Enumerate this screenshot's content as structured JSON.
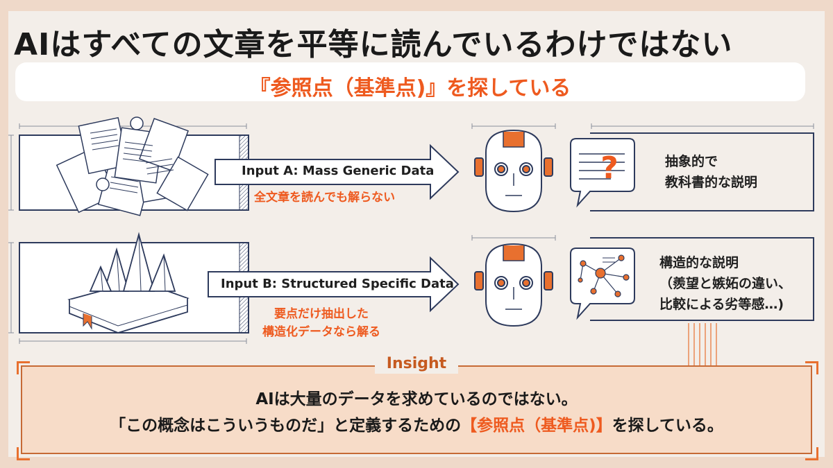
{
  "title": "AIはすべての文章を平等に読んでいるわけではない",
  "subtitle": "『参照点（基準点)』を探している",
  "rows": [
    {
      "input_label": "Input A: Mass Generic Data",
      "note_lines": [
        "全文章を読んでも解らない"
      ],
      "result_lines": [
        "抽象的で",
        "教科書的な説明"
      ],
      "bubble_icon": "question-mark-icon"
    },
    {
      "input_label": "Input B: Structured Specific Data",
      "note_lines": [
        "要点だけ抽出した",
        "構造化データなら解る"
      ],
      "result_lines": [
        "構造的な説明",
        "（羨望と嫉妬の違い、",
        "比較による劣等感…)"
      ],
      "bubble_icon": "network-graph-icon"
    }
  ],
  "question_mark": "?",
  "insight": {
    "tag": "Insight",
    "line1": "AIは大量のデータを求めているのではない。",
    "line2_before": "「この概念はこういうものだ」と定義するための",
    "line2_highlight": "【参照点（基準点)】",
    "line2_after": "を探している。"
  },
  "colors": {
    "accent": "#ee5a1f",
    "line": "#2d3a5c",
    "insight_bg": "#f7dcc8"
  }
}
